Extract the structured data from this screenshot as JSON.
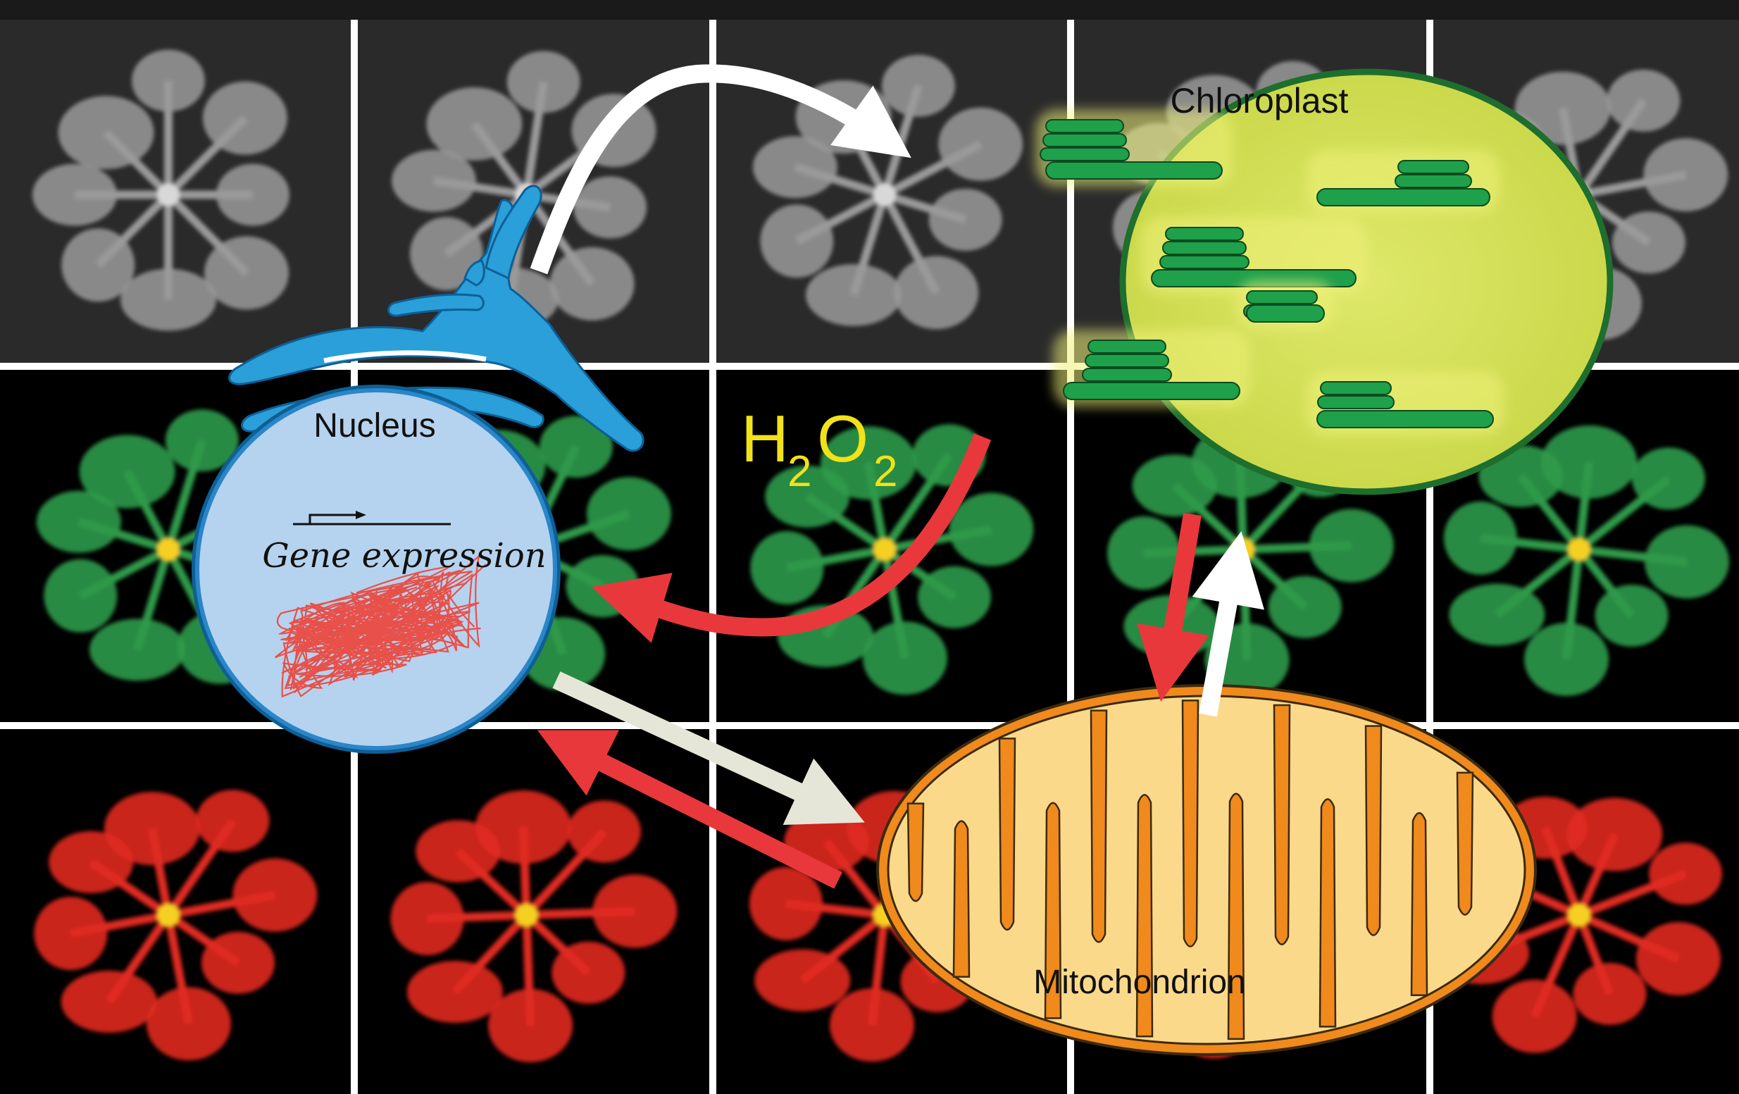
{
  "labels": {
    "chloroplast": "Chloroplast",
    "nucleus": "Nucleus",
    "gene_expression": "Gene expression",
    "mitochondrion": "Mitochondrion",
    "h2o2_h": "H",
    "h2o2_sub1": "2",
    "h2o2_o": "O",
    "h2o2_sub2": "2"
  },
  "panels": {
    "rows": [
      {
        "name": "grayscale-row",
        "fluorescence": "none"
      },
      {
        "name": "green-fluorescence-row",
        "fluorescence": "green"
      },
      {
        "name": "red-fluorescence-row",
        "fluorescence": "red"
      }
    ],
    "columns": 5
  },
  "colors": {
    "background": "#000000",
    "grid_line": "#ffffff",
    "nucleus_fill": "#b5d3ee",
    "nucleus_stroke": "#1a6fb0",
    "er_blue": "#2a9fd9",
    "chromatin": "#e8504a",
    "chloroplast_fill": "#d2e052",
    "chloroplast_stroke": "#1e6e2e",
    "thylakoid": "#1fa04a",
    "mito_fill": "#fbd98a",
    "mito_cristae": "#f08a1c",
    "h2o2_text": "#f2e219",
    "arrow_red": "#e8383c",
    "arrow_white": "#ffffff",
    "arrow_gray": "#e6e6d8",
    "leaf_gray": "#9a9a9a",
    "leaf_green": "#2f9a4a",
    "leaf_red": "#e02a20"
  },
  "arrows": [
    {
      "name": "nucleus-to-chloroplast-arrow",
      "color": "white"
    },
    {
      "name": "chloroplast-to-nucleus-h2o2-arrow",
      "color": "red"
    },
    {
      "name": "chloroplast-to-mitochondrion-arrow",
      "color": "red"
    },
    {
      "name": "mitochondrion-to-chloroplast-arrow",
      "color": "white"
    },
    {
      "name": "nucleus-to-mitochondrion-arrow",
      "color": "gray"
    },
    {
      "name": "mitochondrion-to-nucleus-arrow",
      "color": "red"
    }
  ]
}
